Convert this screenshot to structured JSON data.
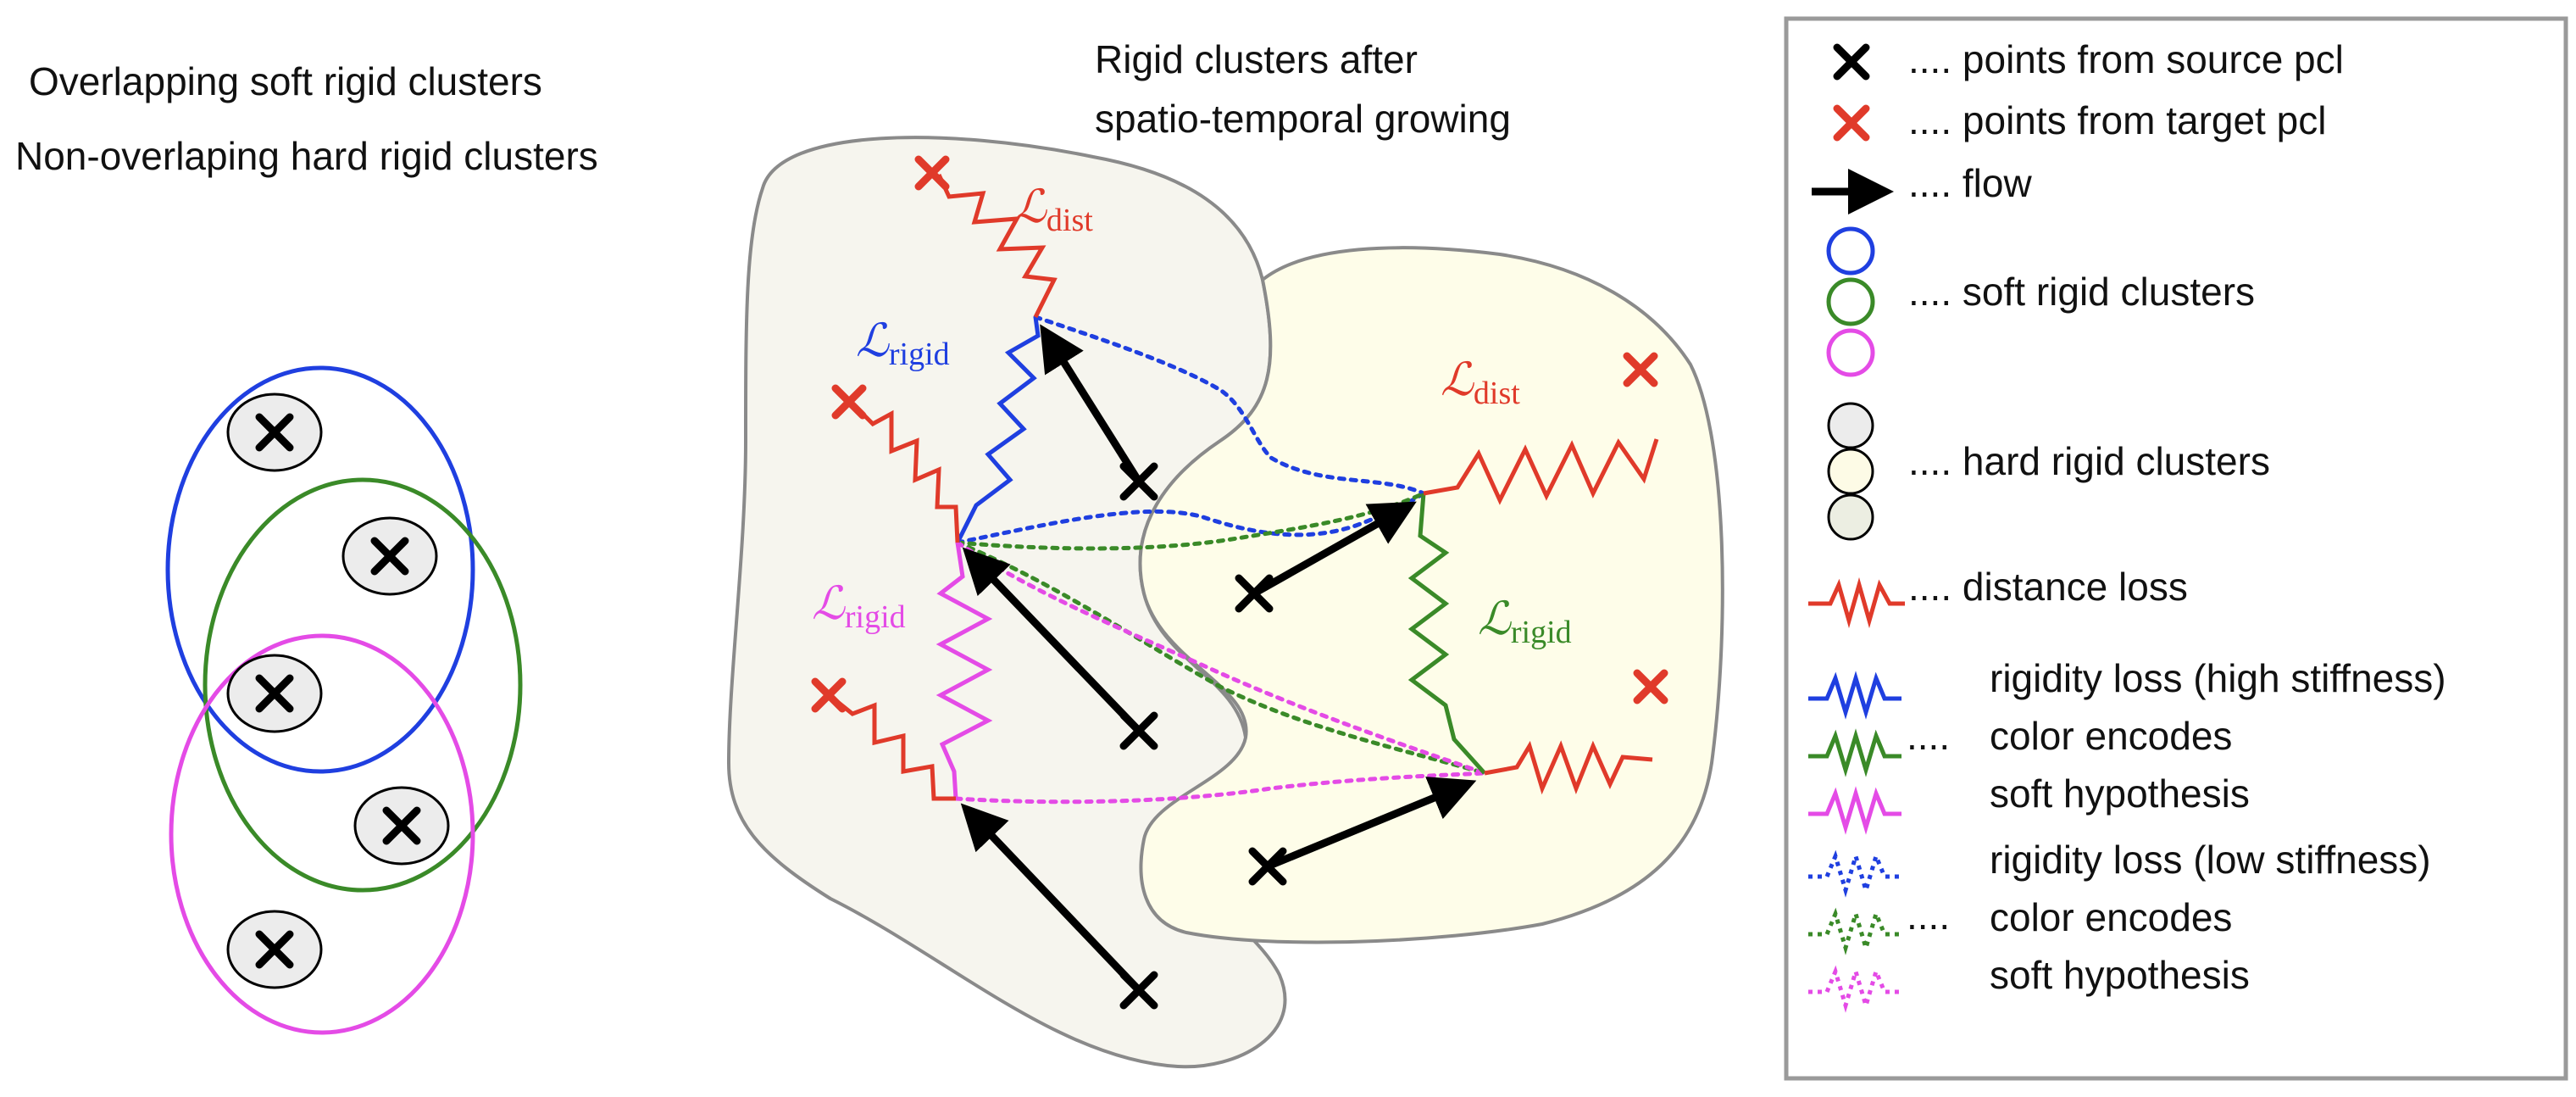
{
  "headings": {
    "left_line1": "Overlapping soft rigid clusters",
    "left_line2": "Non-overlaping hard rigid clusters",
    "middle_line1": "Rigid clusters after",
    "middle_line2": "spatio-temporal growing"
  },
  "loss_labels": {
    "dist_main": "ℒ",
    "dist_sub": "dist",
    "rigid_main": "ℒ",
    "rigid_sub": "rigid"
  },
  "legend": {
    "source_points": ".... points from source pcl",
    "target_points": ".... points from target pcl",
    "flow": ".... flow",
    "soft_clusters": ".... soft rigid clusters",
    "hard_clusters": ".... hard rigid clusters",
    "distance_loss": ".... distance loss",
    "rigidity_high_1": "rigidity loss (high stiffness)",
    "rigidity_high_2": "color encodes",
    "rigidity_high_3": "soft hypothesis",
    "rigidity_low_1": "rigidity loss (low stiffness)",
    "rigidity_low_2": "color encodes",
    "rigidity_low_3": "soft hypothesis",
    "dots": "...."
  },
  "colors": {
    "blue": "#1f3fe0",
    "green": "#3a8a28",
    "magenta": "#e44be6",
    "red": "#e03a2a",
    "hard_gray": "#ececec",
    "hard_yellow": "#fdfbe6",
    "hard_olive": "#eceee2",
    "region_left": "#f6f5ee",
    "region_right": "#fefde9"
  }
}
